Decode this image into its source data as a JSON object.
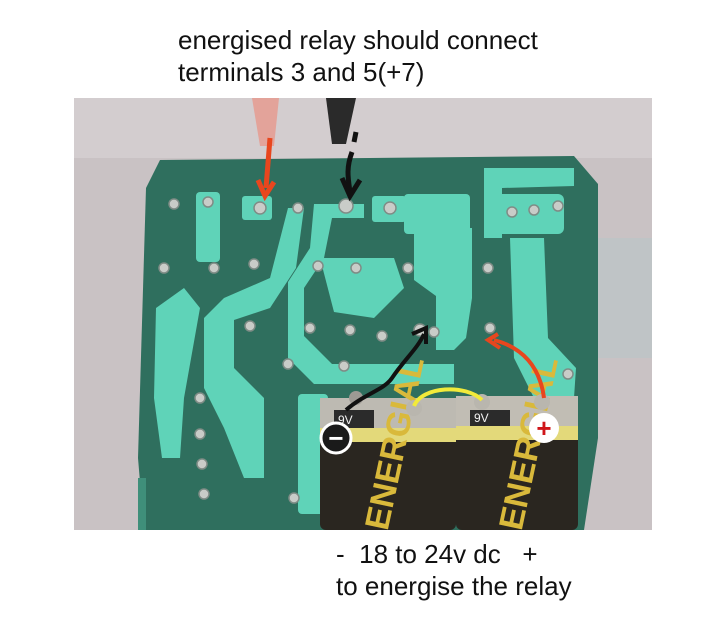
{
  "caption_top": {
    "line1": "energised relay should connect",
    "line2": "terminals 3 and 5(+7)"
  },
  "caption_bottom": {
    "line1": "-  18 to 24v dc   +",
    "line2": "to energise the relay"
  },
  "photo": {
    "battery_label": "ENERGIAL",
    "battery_voltage": "9V",
    "minus_symbol": "−",
    "plus_symbol": "+",
    "colors": {
      "pcb_board": "#2f6f5e",
      "copper_traces": "#5fd3b8",
      "red_arrow": "#e8461e",
      "black_arrow": "#111111",
      "yellow_wire": "#f2ea3a",
      "minus_circle": "#1a1a1a",
      "plus_circle_text": "#d0161a"
    }
  }
}
